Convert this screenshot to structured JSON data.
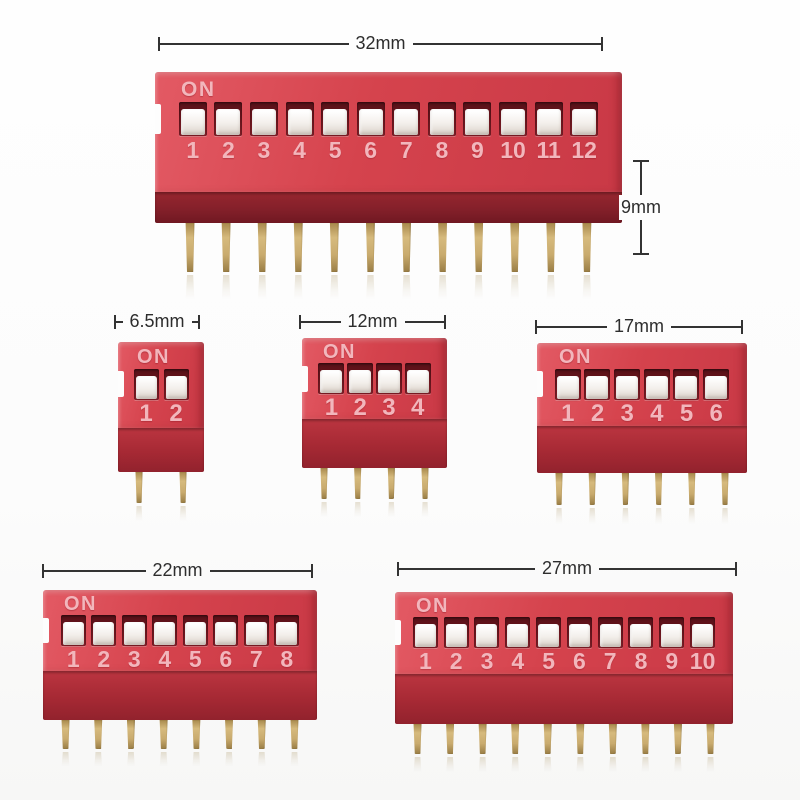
{
  "background_color": "#fdfdfd",
  "colors": {
    "switch_body_red": "#d5434d",
    "switch_front_red": "#a62934",
    "switch_front_dark_red": "#84202a",
    "label_pink": "#f2b6bc",
    "slider_white": "#f3efeb",
    "well_shadow_red": "#6b151e",
    "pin_gold": "#c9ab6e",
    "dimension_line": "#333333"
  },
  "switches": [
    {
      "name": "12-position",
      "on_label": "ON",
      "positions": [
        "1",
        "2",
        "3",
        "4",
        "5",
        "6",
        "7",
        "8",
        "9",
        "10",
        "11",
        "12"
      ],
      "width_label": "32mm",
      "height_label": "9mm"
    },
    {
      "name": "2-position",
      "on_label": "ON",
      "positions": [
        "1",
        "2"
      ],
      "width_label": "6.5mm"
    },
    {
      "name": "4-position",
      "on_label": "ON",
      "positions": [
        "1",
        "2",
        "3",
        "4"
      ],
      "width_label": "12mm"
    },
    {
      "name": "6-position",
      "on_label": "ON",
      "positions": [
        "1",
        "2",
        "3",
        "4",
        "5",
        "6"
      ],
      "width_label": "17mm"
    },
    {
      "name": "8-position",
      "on_label": "ON",
      "positions": [
        "1",
        "2",
        "3",
        "4",
        "5",
        "6",
        "7",
        "8"
      ],
      "width_label": "22mm"
    },
    {
      "name": "10-position",
      "on_label": "ON",
      "positions": [
        "1",
        "2",
        "3",
        "4",
        "5",
        "6",
        "7",
        "8",
        "9",
        "10"
      ],
      "width_label": "27mm"
    }
  ]
}
